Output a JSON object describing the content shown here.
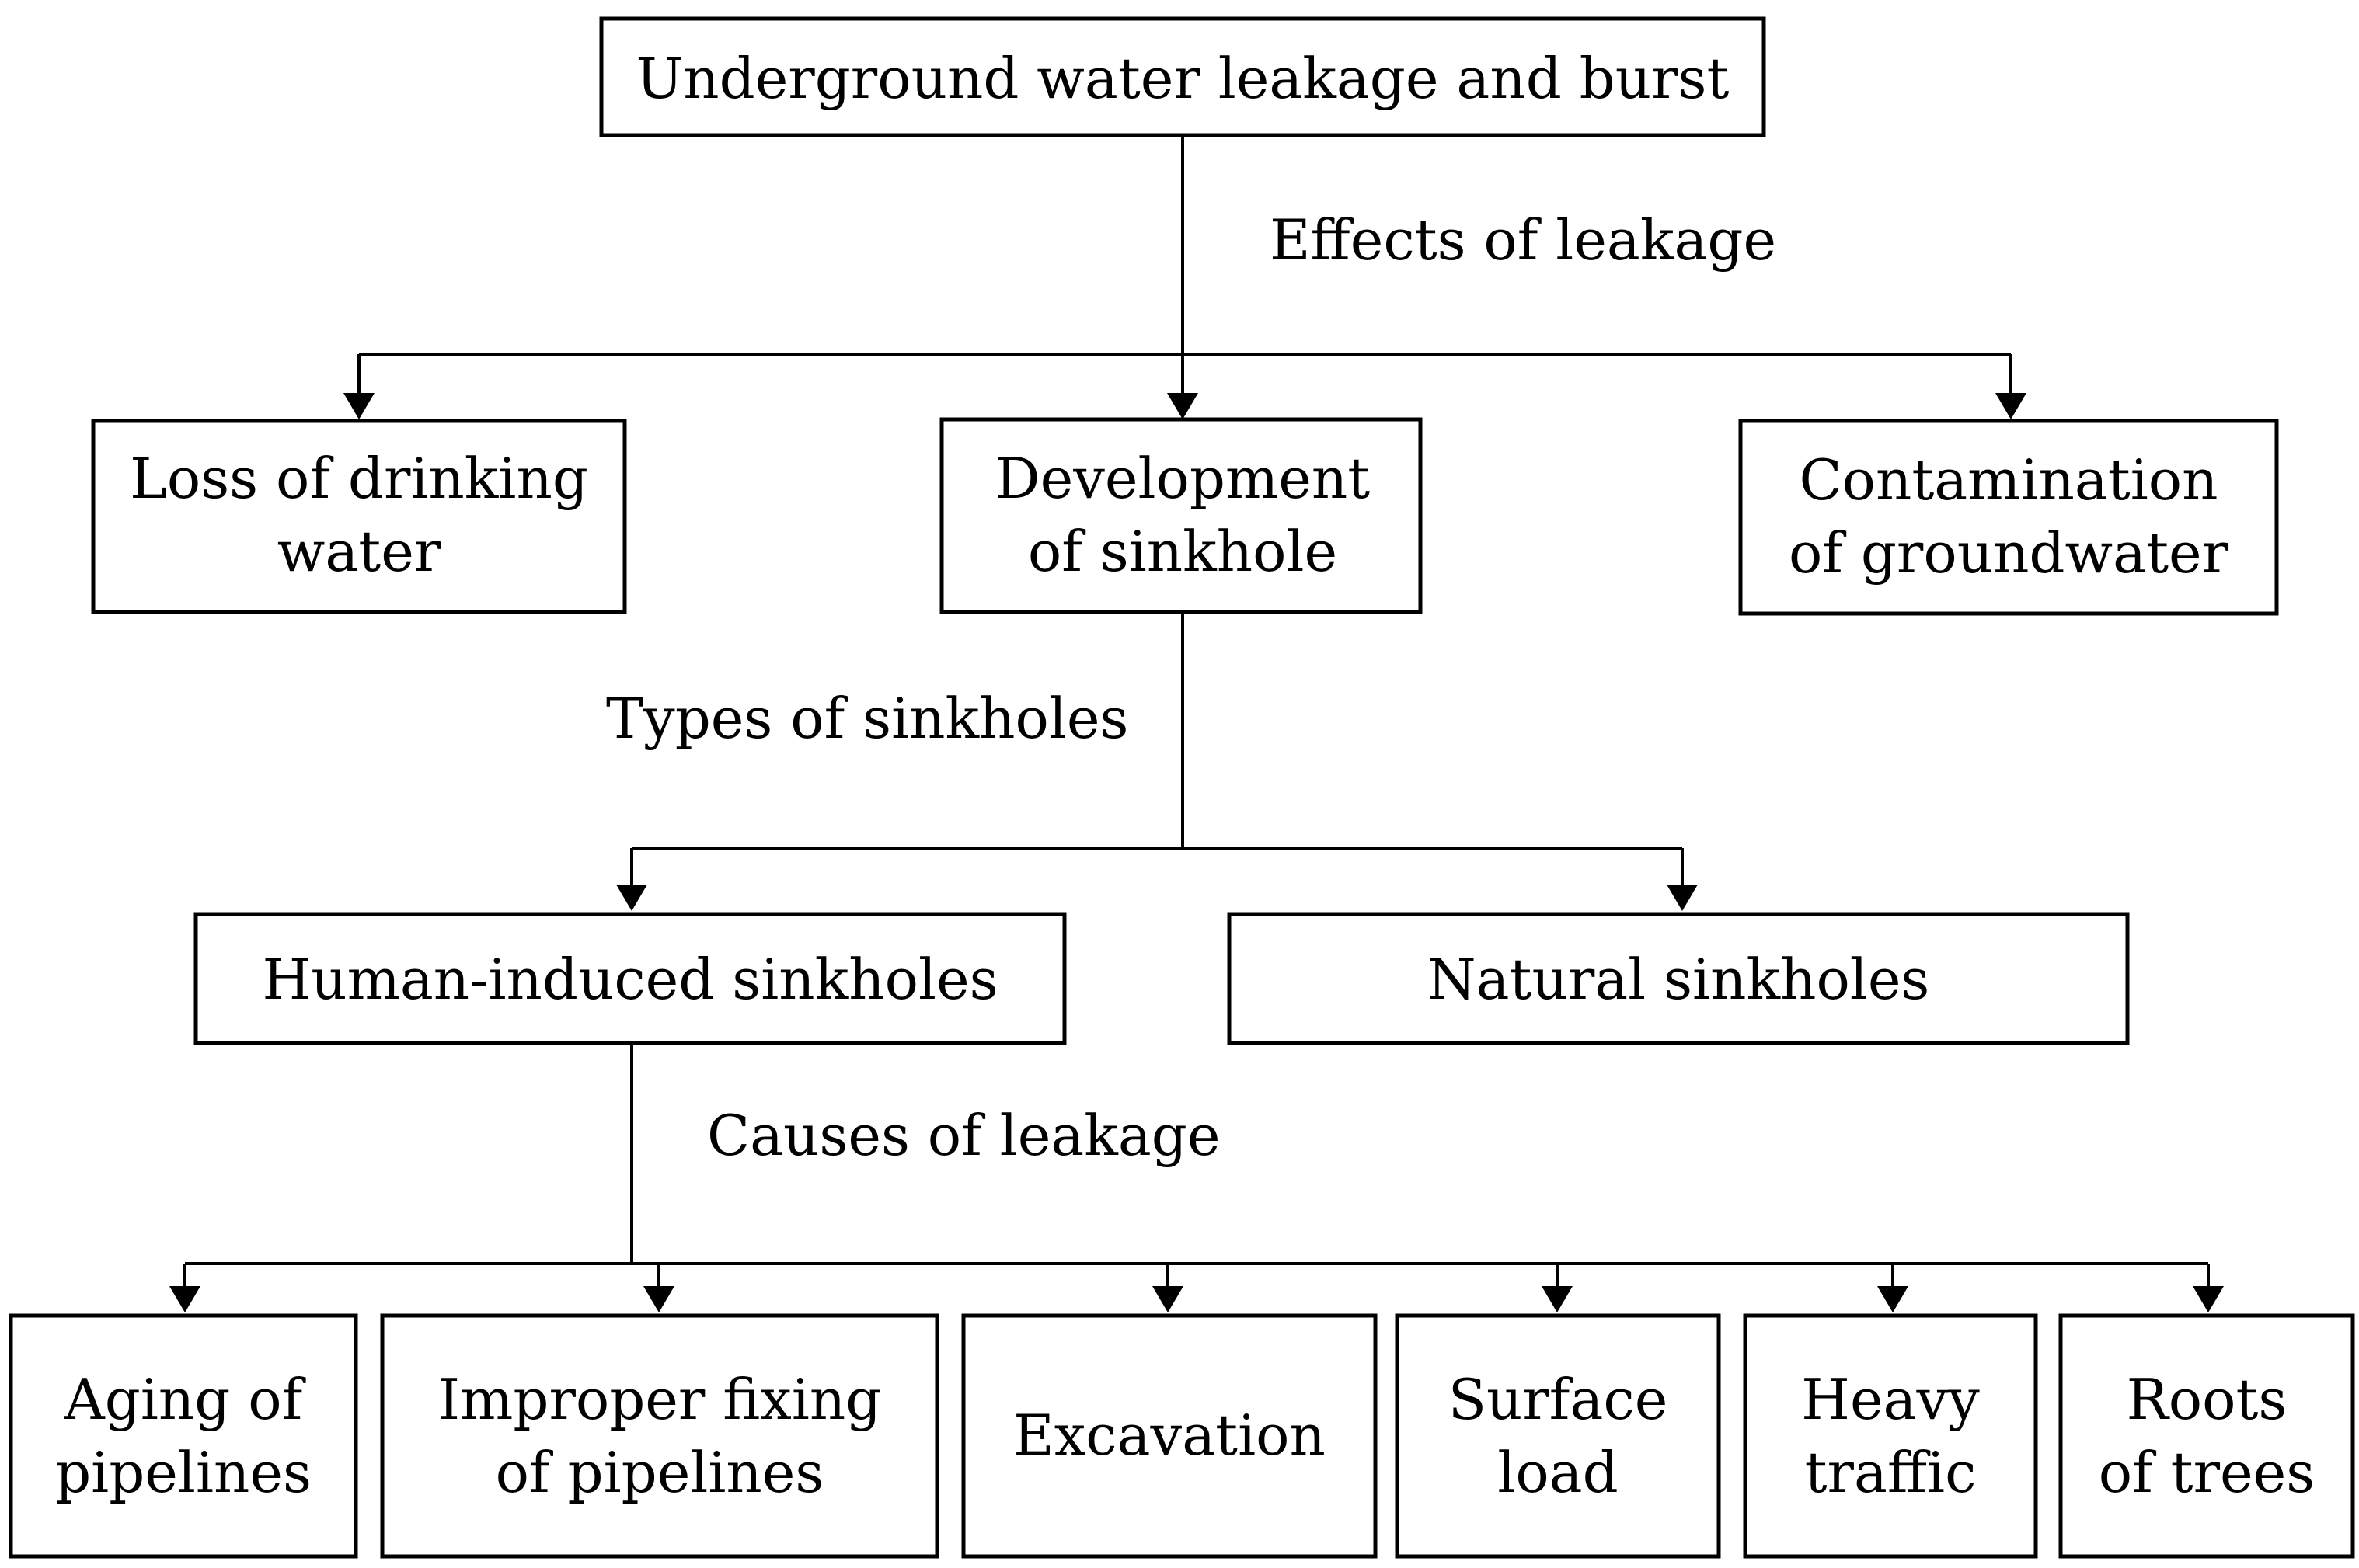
{
  "nodes": {
    "root": {
      "lines": [
        "Underground  water leakage and burst"
      ]
    },
    "loss_water": {
      "lines": [
        "Loss of drinking",
        "water"
      ]
    },
    "sinkhole": {
      "lines": [
        "Development",
        "of sinkhole"
      ]
    },
    "contamination": {
      "lines": [
        "Contamination",
        "of groundwater"
      ]
    },
    "human_sinkholes": {
      "lines": [
        "Human-induced  sinkholes"
      ]
    },
    "natural_sinkholes": {
      "lines": [
        "Natural sinkholes"
      ]
    },
    "aging": {
      "lines": [
        "Aging of",
        "pipelines"
      ]
    },
    "improper": {
      "lines": [
        "Improper fixing",
        "of pipelines"
      ]
    },
    "excavation": {
      "lines": [
        "Excavation"
      ]
    },
    "surface": {
      "lines": [
        "Surface",
        "load"
      ]
    },
    "traffic": {
      "lines": [
        "Heavy",
        "traffic"
      ]
    },
    "roots": {
      "lines": [
        "Roots",
        "of trees"
      ]
    }
  },
  "edge_labels": {
    "effects": "Effects of leakage",
    "types": "Types of sinkholes",
    "causes": "Causes of leakage"
  }
}
